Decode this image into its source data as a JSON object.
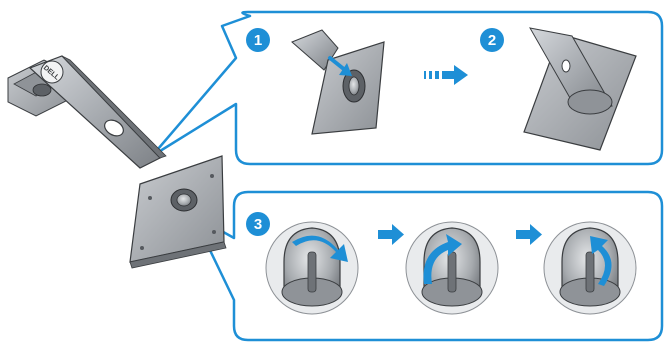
{
  "title": "",
  "steps": [
    {
      "number": "1",
      "description": "",
      "icon": "connect-riser-to-base-icon"
    },
    {
      "number": "2",
      "description": "",
      "icon": "seated-base-icon"
    },
    {
      "number": "3",
      "description": "",
      "icon": "rotate-and-tighten-screw-icon"
    }
  ],
  "icons": {
    "stand_riser": "monitor-stand-riser-icon",
    "stand_base": "monitor-stand-base-icon",
    "brand_logo": "brand-logo-icon",
    "arrow": "arrow-right-icon",
    "rotation": "rotation-arrow-icon"
  },
  "logo_text": "DELL",
  "colors": {
    "accent": "#1e8fd6",
    "panel_border": "#1e8fd6",
    "step_badge": "#1e8fd6",
    "metal": "#a9adb2",
    "metal_dark": "#6e7277",
    "outline": "#3a3d40"
  }
}
